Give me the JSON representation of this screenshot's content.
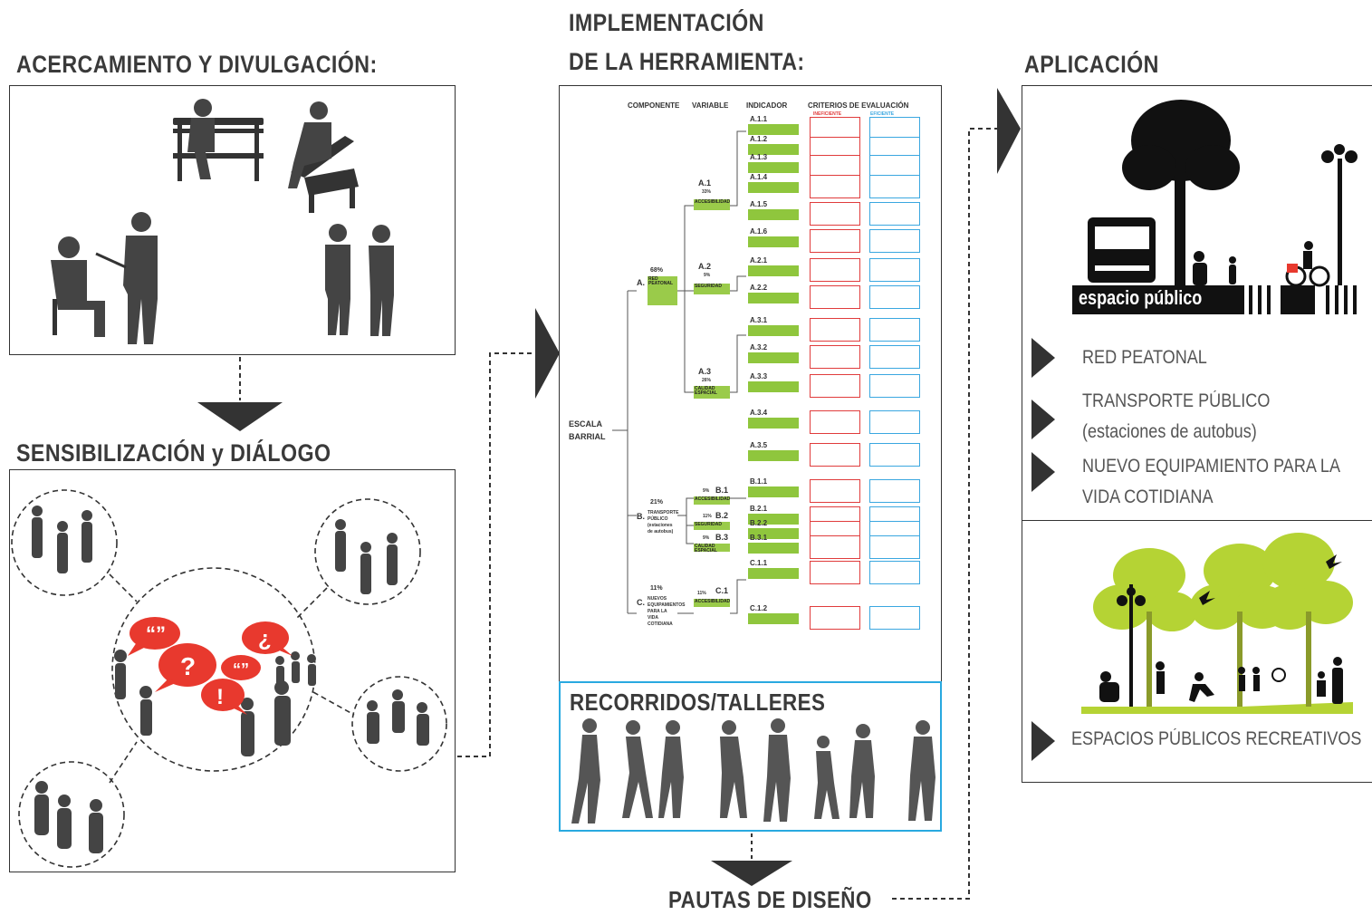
{
  "headings": {
    "acercamiento": "ACERCAMIENTO Y DIVULGACIÓN:",
    "sensibilizacion": "SENSIBILIZACIÓN y DIÁLOGO",
    "implementacion_1": "IMPLEMENTACIÓN",
    "implementacion_2": "DE LA HERRAMIENTA:",
    "aplicacion": "APLICACIÓN",
    "recorridos": "RECORRIDOS/TALLERES",
    "pautas": "PAUTAS DE DISEÑO"
  },
  "tool": {
    "col_headers": [
      "COMPONENTE",
      "VARIABLE",
      "INDICADOR",
      "CRITERIOS DE EVALUACIÓN"
    ],
    "criteria_sub": [
      "INEFICIENTE",
      "EFICIENTE"
    ],
    "root": [
      "ESCALA",
      "BARRIAL"
    ],
    "components": [
      {
        "letter": "A.",
        "pct": "68%",
        "name": "RED PEATONAL"
      },
      {
        "letter": "B.",
        "pct": "21%",
        "name": "TRANSPORTE PÚBLICO (estaciones de autobus)"
      },
      {
        "letter": "C.",
        "pct": "11%",
        "name": "NUEVOS EQUIPAMIENTOS PARA LA VIDA COTIDIANA"
      }
    ],
    "variables": [
      {
        "code": "A.1",
        "pct": "33%",
        "name": "ACCESIBILIDAD"
      },
      {
        "code": "A.2",
        "pct": "9%",
        "name": "SEGURIDAD"
      },
      {
        "code": "A.3",
        "pct": "26%",
        "name": "CALIDAD ESPACIAL"
      },
      {
        "code": "B.1",
        "pct": "9%",
        "name": "ACCESIBILIDAD"
      },
      {
        "code": "B.2",
        "pct": "11%",
        "name": "SEGURIDAD"
      },
      {
        "code": "B.3",
        "pct": "9%",
        "name": "CALIDAD ESPACIAL"
      },
      {
        "code": "C.1",
        "pct": "11%",
        "name": "ACCESIBILIDAD"
      }
    ],
    "indicators": [
      "A.1.1",
      "A.1.2",
      "A.1.3",
      "A.1.4",
      "A.1.5",
      "A.1.6",
      "A.2.1",
      "A.2.2",
      "A.3.1",
      "A.3.2",
      "A.3.3",
      "A.3.4",
      "A.3.5",
      "B.1.1",
      "B.2.1",
      "B.2.2",
      "B.3.1",
      "C.1.1",
      "C.1.2"
    ]
  },
  "aplicacion": {
    "banner": "espacio público",
    "items": [
      {
        "lines": [
          "RED PEATONAL"
        ]
      },
      {
        "lines": [
          "TRANSPORTE PÚBLICO",
          "(estaciones de autobus)"
        ]
      },
      {
        "lines": [
          "NUEVO EQUIPAMIENTO PARA LA",
          "VIDA COTIDIANA"
        ]
      }
    ],
    "recreativos": "ESPACIOS PÚBLICOS RECREATIVOS"
  },
  "colors": {
    "accent_green": "#8fc63d",
    "tree_green": "#b5d334",
    "speech_red": "#e8392e",
    "blue_frame": "#29a9e0",
    "dark": "#333333"
  },
  "icons": [
    "person-silhouette-icon",
    "speech-bubble-icon",
    "tree-icon",
    "bus-icon",
    "street-lamp-icon",
    "bicycle-icon"
  ]
}
